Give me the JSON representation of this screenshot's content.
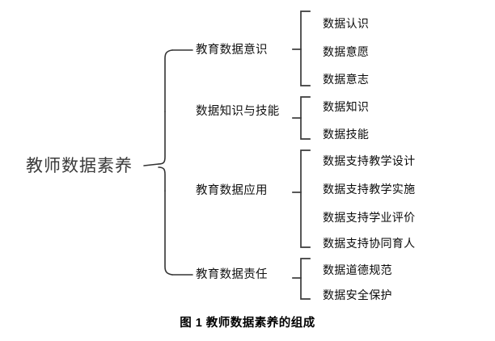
{
  "figure": {
    "caption": "图 1  教师数据素养的组成",
    "caption_label": "图 1",
    "caption_title": "教师数据素养的组成"
  },
  "diagram": {
    "type": "hierarchy-brace-tree",
    "root": {
      "label": "教师数据素养"
    },
    "branches": [
      {
        "label": "教育数据意识",
        "leaves": [
          {
            "label": "数据认识"
          },
          {
            "label": "数据意愿"
          },
          {
            "label": "数据意志"
          }
        ]
      },
      {
        "label": "数据知识与技能",
        "leaves": [
          {
            "label": "数据知识"
          },
          {
            "label": "数据技能"
          }
        ]
      },
      {
        "label": "教育数据应用",
        "leaves": [
          {
            "label": "数据支持教学设计"
          },
          {
            "label": "数据支持教学实施"
          },
          {
            "label": "数据支持学业评价"
          },
          {
            "label": "数据支持协同育人"
          }
        ]
      },
      {
        "label": "教育数据责任",
        "leaves": [
          {
            "label": "数据道德规范"
          },
          {
            "label": "数据安全保护"
          }
        ]
      }
    ]
  },
  "colors": {
    "background": "#ffffff",
    "line": "#333333",
    "root_text": "#3a3a3a",
    "text": "#000000"
  }
}
